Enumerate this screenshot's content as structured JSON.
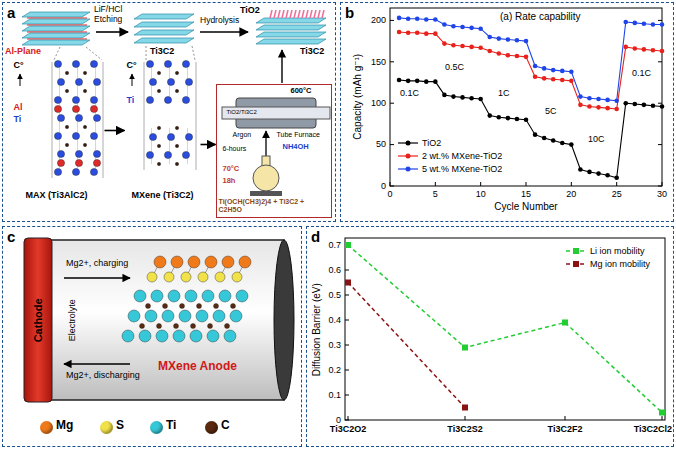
{
  "diagram": {
    "nodes": [
      {
        "text": [
          "a"
        ]
      },
      {
        "text": [
          "C°",
          "Al",
          "Ti",
          "MAX (Ti3AlC2)"
        ],
        "in": 0
      },
      {
        "text": [
          "C°",
          "Ti",
          "MXene (Ti3C2)"
        ],
        "in": 0
      },
      {
        "text": [
          "600°C",
          "TiO2/Ti3C2",
          "Argon",
          "Tube Furnace",
          "6-hours",
          "NH4OH",
          "70°C",
          "18h",
          "Ti(OCH(CH3)2)4 + Ti3C2 + C2H5O"
        ],
        "in": 0
      },
      {
        "text": [
          "b"
        ]
      },
      {
        "text": [
          "c"
        ]
      },
      {
        "text": [
          "d"
        ]
      }
    ],
    "edges": [
      {
        "from": 1,
        "to": 2,
        "arrow": "to"
      },
      {
        "from": 2,
        "to": 3,
        "arrow": "to"
      }
    ],
    "labels": [
      "Al-Plane",
      "LiF/HCl Etching",
      "Ti3C2",
      "Hydrolysis",
      "TiO2",
      "Ti3C2",
      "(a) Rate capability",
      "Capacity (mAh g⁻¹)",
      "0",
      "50",
      "100",
      "150",
      "200",
      "0",
      "5",
      "10",
      "15",
      "20",
      "25",
      "30",
      "Cycle Number",
      "0.1C",
      "0.5C",
      "1C",
      "5C",
      "10C",
      "0.1C",
      "Cathode",
      "Mg2+, charging",
      "Electrolyte",
      "Mg2+, discharging",
      "MXene Anode",
      "Diffusion Barrier (eV)",
      "0",
      "0.1",
      "0.2",
      "0.3",
      "0.4",
      "0.5",
      "0.6",
      "0.7",
      "Ti3C2O2",
      "Ti3C2S2",
      "Ti3C2F2",
      "Ti3C2Cl2"
    ],
    "legend": [
      {
        "text": "TiO2",
        "color": "#000000"
      },
      {
        "text": "2 wt.% MXene-TiO2",
        "color": "#e8211b"
      },
      {
        "text": "5 wt.% MXene-TiO2",
        "color": "#1f45e8"
      },
      {
        "text": "Mg",
        "color": "#f07a1a"
      },
      {
        "text": "S",
        "color": "#f2e24a"
      },
      {
        "text": "Ti",
        "color": "#36c8d8"
      },
      {
        "text": "C",
        "color": "#5a2a10"
      },
      {
        "text": "Li ion mobility",
        "color": "#22cc33"
      },
      {
        "text": "Mg ion mobility",
        "color": "#8b1212"
      }
    ]
  }
}
